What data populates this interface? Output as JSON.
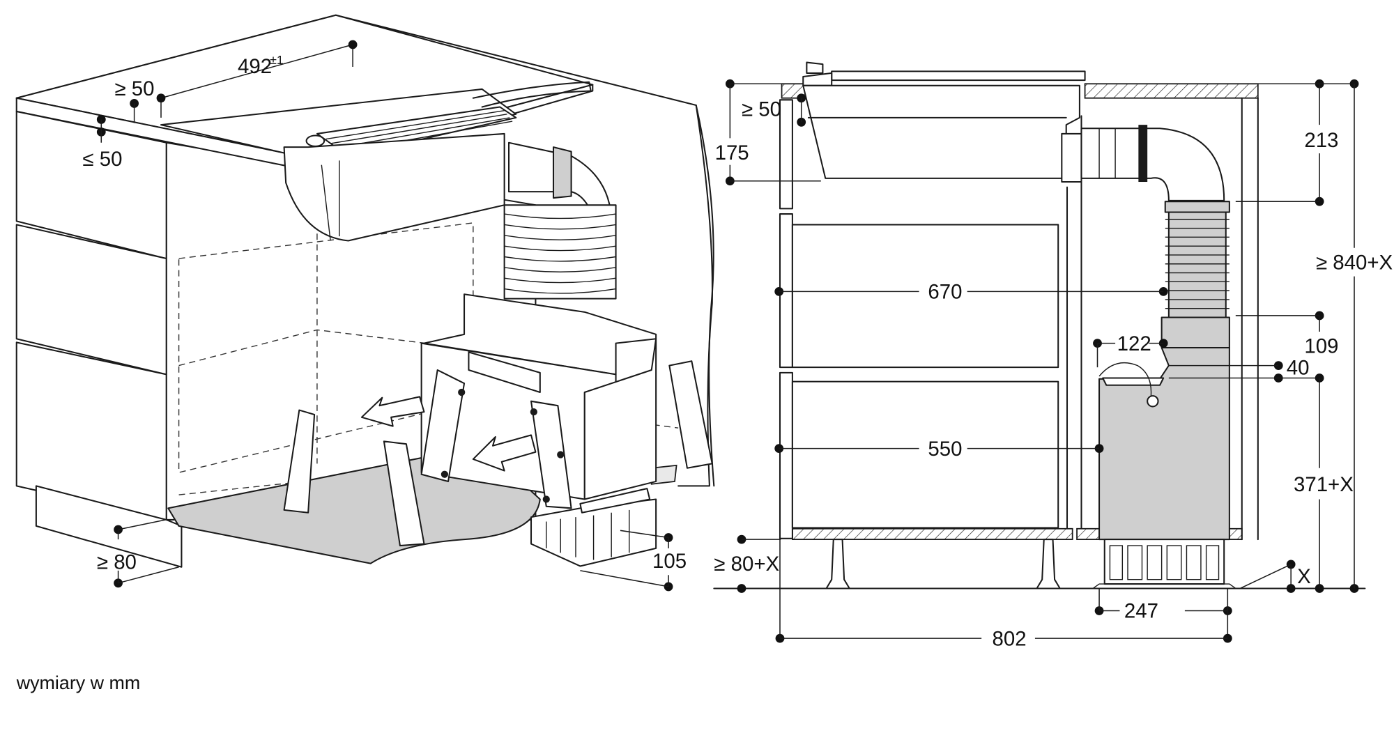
{
  "diagram": {
    "left_view": {
      "dim_width": "492",
      "dim_width_tol": "±1",
      "dim_back_gap": "≥ 50",
      "dim_front_gap": "≤ 50",
      "dim_plinth": "≥ 80",
      "dim_module": "105"
    },
    "right_view": {
      "dim_top_gap": "≥ 50",
      "dim_175": "175",
      "dim_670": "670",
      "dim_550": "550",
      "dim_122": "122",
      "dim_40": "40",
      "dim_213": "213",
      "dim_109": "109",
      "dim_total_height": "≥ 840+X",
      "dim_371": "371+X",
      "dim_x": "X",
      "dim_plinth": "≥ 80+X",
      "dim_247": "247",
      "dim_802": "802"
    },
    "caption": "wymiary w mm"
  }
}
